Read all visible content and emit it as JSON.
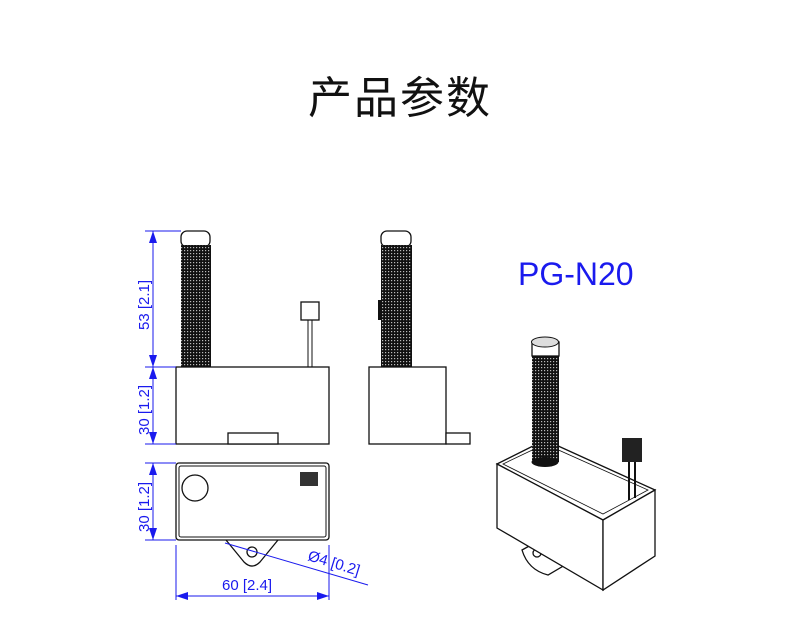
{
  "title": "产品参数",
  "model": "PG-N20",
  "dimensions": {
    "tube_height": "53",
    "tube_height_in": "2.1",
    "body_height": "30",
    "body_height_in": "1.2",
    "body_depth": "30",
    "body_depth_in": "1.2",
    "body_width": "60",
    "body_width_in": "2.4",
    "hole_diameter": "Ø4",
    "hole_diameter_in": "0.2"
  },
  "colors": {
    "dimension": "#1a1aee",
    "outline": "#111111"
  }
}
